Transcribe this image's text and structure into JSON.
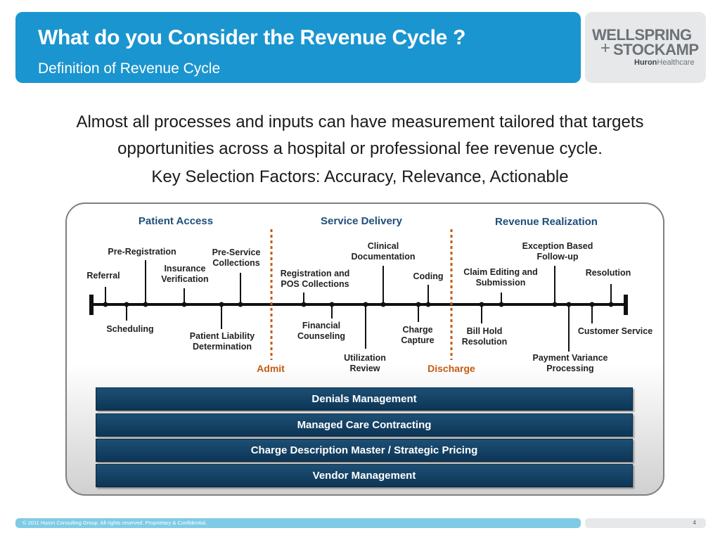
{
  "header": {
    "title": "What do you Consider the Revenue Cycle ?",
    "subtitle": "Definition of Revenue Cycle"
  },
  "logo": {
    "line1": "WELLSPRING",
    "plus": "+",
    "line2": "STOCKAMP",
    "huron": "Huron",
    "healthcare": "Healthcare"
  },
  "intro": {
    "line1": "Almost all processes and inputs can have measurement tailored that targets opportunities across a hospital or professional fee revenue cycle.",
    "line2": "Key Selection Factors: Accuracy, Relevance, Actionable"
  },
  "diagram": {
    "phases": [
      "Patient Access",
      "Service Delivery",
      "Revenue Realization"
    ],
    "markers": [
      "Admit",
      "Discharge"
    ],
    "above": [
      {
        "id": "referral",
        "label": "Referral"
      },
      {
        "id": "pre-registration",
        "label": "Pre-Registration"
      },
      {
        "id": "insurance-verification",
        "label": "Insurance\nVerification"
      },
      {
        "id": "pre-service-collections",
        "label": "Pre-Service\nCollections"
      },
      {
        "id": "registration-pos",
        "label": "Registration and\nPOS Collections"
      },
      {
        "id": "clinical-documentation",
        "label": "Clinical\nDocumentation"
      },
      {
        "id": "coding",
        "label": "Coding"
      },
      {
        "id": "claim-editing",
        "label": "Claim Editing and\nSubmission"
      },
      {
        "id": "exception-follow-up",
        "label": "Exception Based\nFollow-up"
      },
      {
        "id": "resolution",
        "label": "Resolution"
      }
    ],
    "below": [
      {
        "id": "scheduling",
        "label": "Scheduling"
      },
      {
        "id": "patient-liability",
        "label": "Patient Liability\nDetermination"
      },
      {
        "id": "financial-counseling",
        "label": "Financial\nCounseling"
      },
      {
        "id": "utilization-review",
        "label": "Utilization\nReview"
      },
      {
        "id": "charge-capture",
        "label": "Charge\nCapture"
      },
      {
        "id": "bill-hold",
        "label": "Bill Hold\nResolution"
      },
      {
        "id": "payment-variance",
        "label": "Payment Variance\nProcessing"
      },
      {
        "id": "customer-service",
        "label": "Customer Service"
      }
    ]
  },
  "bars": [
    "Denials Management",
    "Managed Care Contracting",
    "Charge Description Master / Strategic Pricing",
    "Vendor Management"
  ],
  "footer": {
    "copyright": "© 2011 Huron Consulting Group. All rights reserved. Proprietary & Confidential.",
    "page": "4"
  },
  "colors": {
    "header": "#1b95cf",
    "bar": "#0d3556",
    "marker": "#c55a11",
    "phase": "#1f4e79"
  }
}
